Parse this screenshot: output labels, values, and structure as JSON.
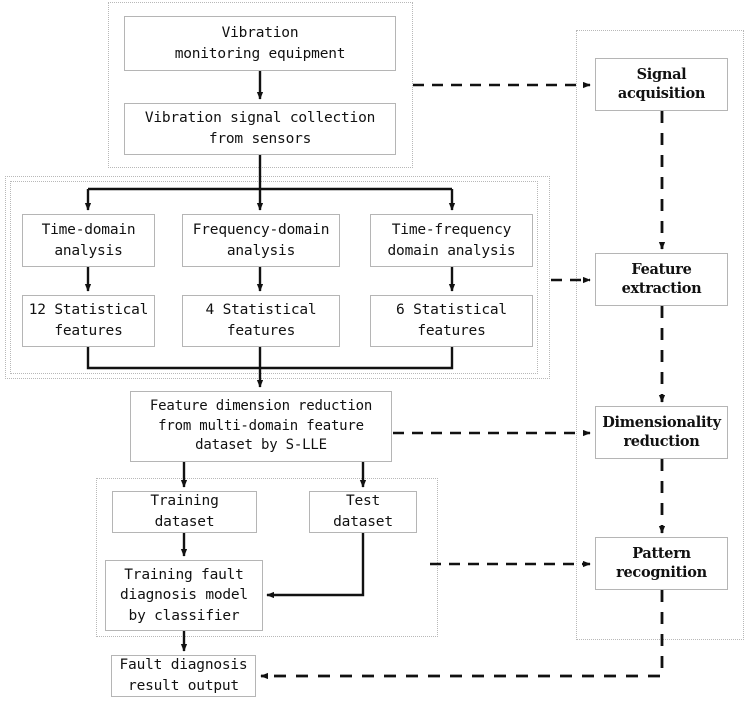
{
  "diagram": {
    "title": "Vibration fault diagnosis flowchart",
    "colors": {
      "node_border": "#b5b5b5",
      "group_border": "#b8b8b8",
      "line": "#111111",
      "text": "#111111",
      "background": "#ffffff"
    }
  },
  "groups": [
    {
      "id": "signal-acquisition-group",
      "label": ""
    },
    {
      "id": "feature-extraction-group",
      "label": ""
    },
    {
      "id": "feature-extraction-group-inner",
      "label": ""
    },
    {
      "id": "pattern-recognition-group",
      "label": ""
    },
    {
      "id": "stage-column-group",
      "label": ""
    }
  ],
  "nodes": {
    "vibration_equipment": "Vibration\nmonitoring equipment",
    "signal_collection": "Vibration signal collection\nfrom sensors",
    "time_domain_analysis": "Time-domain\nanalysis",
    "frequency_domain_analysis": "Frequency-domain\nanalysis",
    "time_frequency_analysis": "Time-frequency\ndomain analysis",
    "features_12": "12 Statistical\nfeatures",
    "features_4": "4 Statistical\nfeatures",
    "features_6": "6 Statistical\nfeatures",
    "dimension_reduction": "Feature  dimension reduction\nfrom multi-domain feature\ndataset by S-LLE",
    "training_dataset": "Training\ndataset",
    "test_dataset": "Test\ndataset",
    "training_model": "Training fault\ndiagnosis model\nby classifier",
    "fault_output": "Fault diagnosis\nresult output"
  },
  "stages": {
    "signal_acquisition": "Signal\nacquisition",
    "feature_extraction": "Feature\nextraction",
    "dimensionality_reduction": "Dimensionality\nreduction",
    "pattern_recognition": "Pattern\nrecognition"
  }
}
